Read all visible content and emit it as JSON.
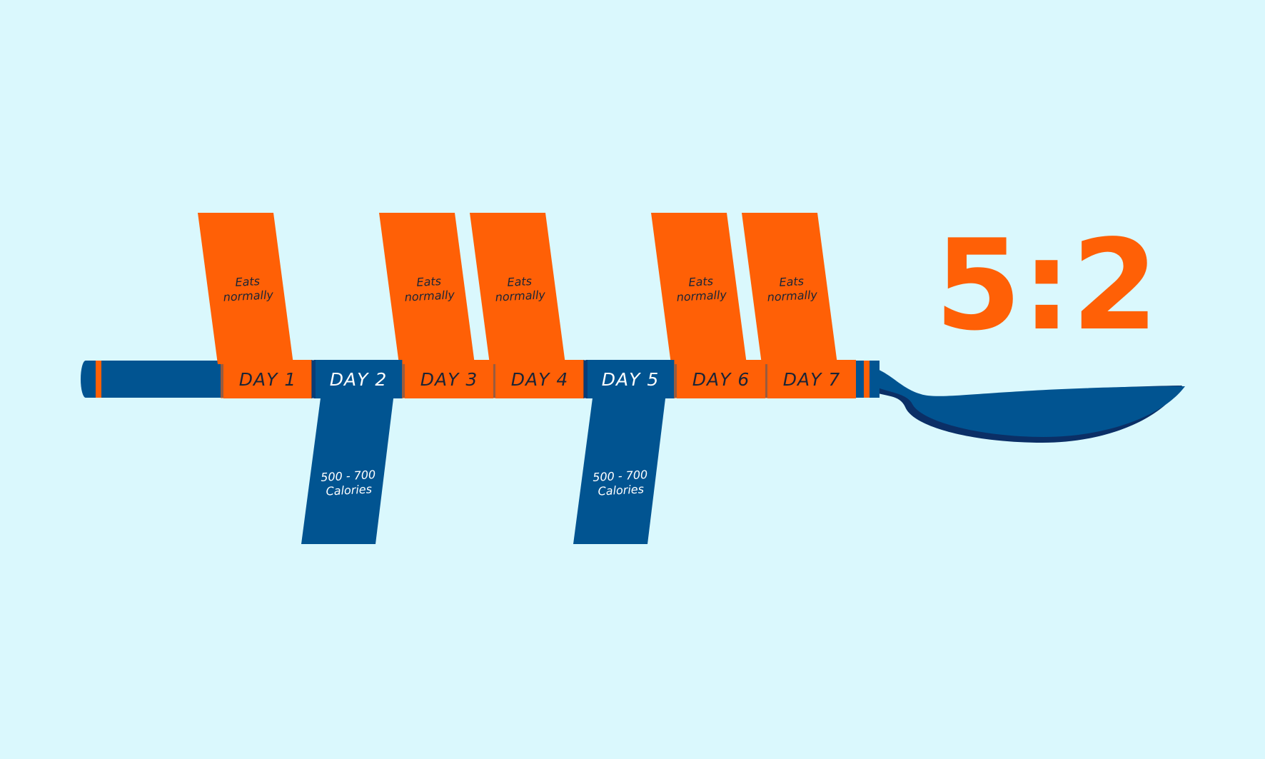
{
  "diagram": {
    "ratio_title": "5:2",
    "days": [
      {
        "label": "DAY 1",
        "type": "normal",
        "note_lines": [
          "Eats",
          "normally"
        ]
      },
      {
        "label": "DAY 2",
        "type": "fast",
        "note_lines": [
          "500 - 700",
          "Calories"
        ]
      },
      {
        "label": "DAY 3",
        "type": "normal",
        "note_lines": [
          "Eats",
          "normally"
        ]
      },
      {
        "label": "DAY 4",
        "type": "normal",
        "note_lines": [
          "Eats",
          "normally"
        ]
      },
      {
        "label": "DAY 5",
        "type": "fast",
        "note_lines": [
          "500 - 700",
          "Calories"
        ]
      },
      {
        "label": "DAY 6",
        "type": "normal",
        "note_lines": [
          "Eats",
          "normally"
        ]
      },
      {
        "label": "DAY 7",
        "type": "normal",
        "note_lines": [
          "Eats",
          "normally"
        ]
      }
    ],
    "colors": {
      "background": "#daf8fd",
      "orange": "#ff6006",
      "blue": "#015491",
      "dark_blue": "#0b2f66",
      "text_dark": "#1b2436",
      "text_light": "#ffffff"
    }
  }
}
